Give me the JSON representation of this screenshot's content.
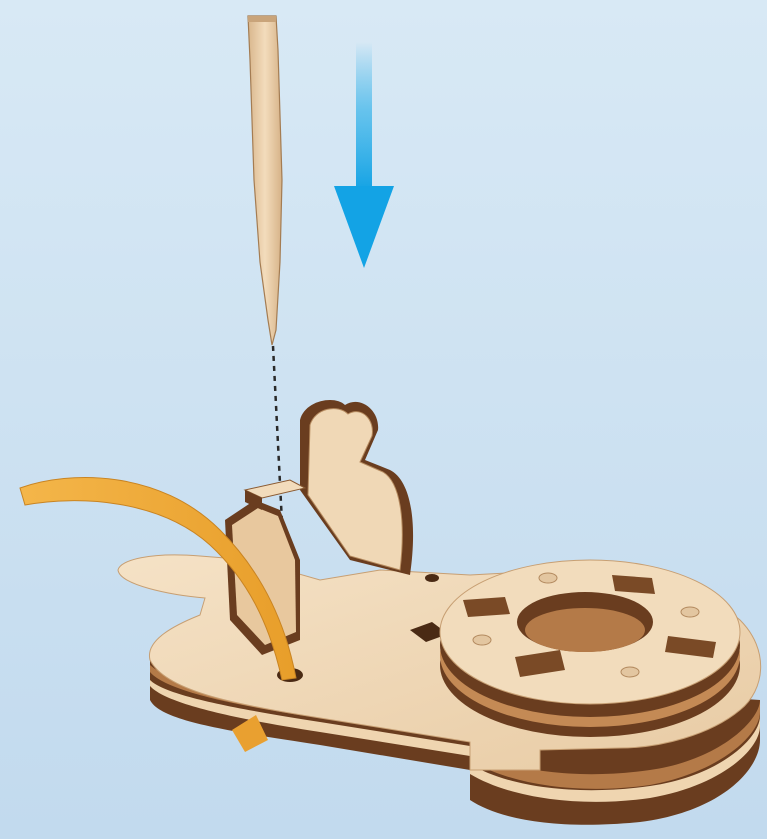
{
  "illustration": {
    "caption": "",
    "parts": [
      {
        "name": "wooden-peg",
        "role": "insert"
      },
      {
        "name": "down-arrow",
        "role": "direction"
      },
      {
        "name": "guide-line",
        "role": "alignment"
      },
      {
        "name": "base-plate",
        "role": "assembly"
      },
      {
        "name": "upright-bracket",
        "role": "assembly"
      },
      {
        "name": "round-hub",
        "role": "assembly"
      },
      {
        "name": "yellow-strip",
        "role": "flexible part"
      }
    ],
    "colors": {
      "background_top": "#d6e8f4",
      "background_bottom": "#c3dbee",
      "arrow": "#1aa8e6",
      "wood_light": "#f0d9b8",
      "wood_dark": "#6a3d1f",
      "wood_mid": "#b07848",
      "strip": "#f0ac3a"
    }
  }
}
